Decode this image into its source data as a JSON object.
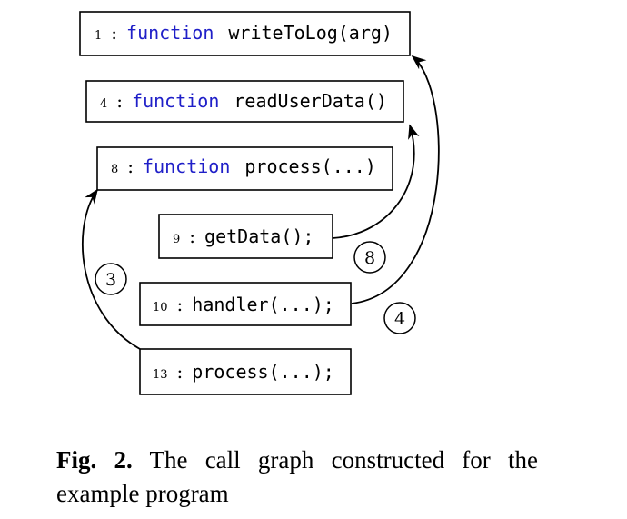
{
  "nodes": [
    {
      "id": "n1",
      "line": "1",
      "keyword": "function",
      "code": "writeToLog(arg)"
    },
    {
      "id": "n4",
      "line": "4",
      "keyword": "function",
      "code": "readUserData()"
    },
    {
      "id": "n8",
      "line": "8",
      "keyword": "function",
      "code": "process(...)"
    },
    {
      "id": "n9",
      "line": "9",
      "keyword": "",
      "code": "getData();"
    },
    {
      "id": "n10",
      "line": "10",
      "keyword": "",
      "code": "handler(...);"
    },
    {
      "id": "n13",
      "line": "13",
      "keyword": "",
      "code": "process(...);"
    }
  ],
  "separator": ":",
  "edges": [
    {
      "from": "n9",
      "to": "n4",
      "label": "8"
    },
    {
      "from": "n10",
      "to": "n1",
      "label": "4"
    },
    {
      "from": "n13",
      "to": "n8",
      "label": "3"
    }
  ],
  "caption": {
    "fig_label": "Fig. 2.",
    "text": "The call graph constructed for the example program"
  }
}
